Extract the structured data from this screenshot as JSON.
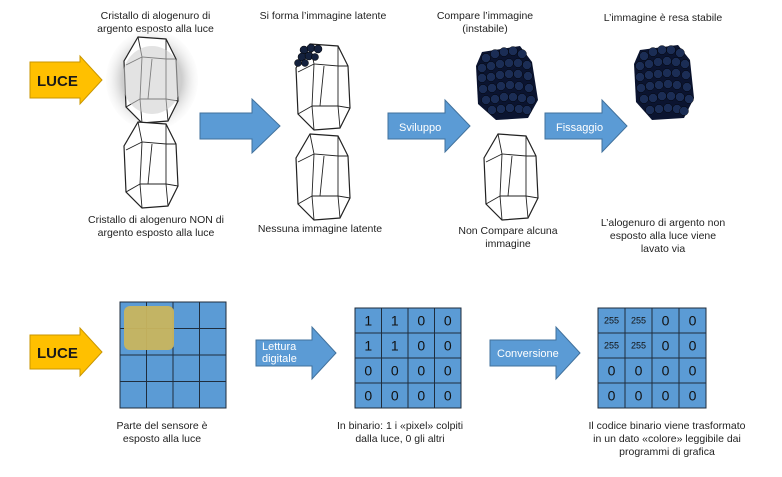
{
  "top": {
    "luce_label": "LUCE",
    "col1": {
      "caption_top": "Cristallo di alogenuro di argento esposto alla luce",
      "caption_bottom": "Cristallo di alogenuro NON di argento esposto alla luce"
    },
    "col2": {
      "caption_top": "Si forma l’immagine latente",
      "caption_bottom": "Nessuna immagine latente"
    },
    "col3": {
      "caption_top": "Compare l’immagine (instabile)",
      "caption_bottom": "Non Compare alcuna immagine"
    },
    "col4": {
      "caption_top": "L’immagine è resa stabile",
      "caption_bottom": "L’alogenuro di argento non esposto alla luce viene lavato via"
    },
    "arrow_sviluppo": "Sviluppo",
    "arrow_fissaggio": "Fissaggio"
  },
  "bottom": {
    "luce_label": "LUCE",
    "sensor_caption": "Parte del sensore è esposto alla luce",
    "arrow_lettura_line1": "Lettura",
    "arrow_lettura_line2": "digitale",
    "binary_grid": [
      [
        "1",
        "1",
        "0",
        "0"
      ],
      [
        "1",
        "1",
        "0",
        "0"
      ],
      [
        "0",
        "0",
        "0",
        "0"
      ],
      [
        "0",
        "0",
        "0",
        "0"
      ]
    ],
    "binary_caption": "In binario: 1 i «pixel» colpiti dalla luce, 0 gli altri",
    "arrow_conversione": "Conversione",
    "color_grid": [
      [
        "255",
        "255",
        "0",
        "0"
      ],
      [
        "255",
        "255",
        "0",
        "0"
      ],
      [
        "0",
        "0",
        "0",
        "0"
      ],
      [
        "0",
        "0",
        "0",
        "0"
      ]
    ],
    "color_caption": "Il codice binario viene trasformato in un dato «colore» leggibile dai programmi di grafica"
  },
  "colors": {
    "arrow_blue": "#5b9bd5",
    "luce_yellow": "#ffc000",
    "grid_fill": "#5b9bd5",
    "grid_line": "#1f2d3d",
    "exposed_patch": "#c9b55e"
  }
}
